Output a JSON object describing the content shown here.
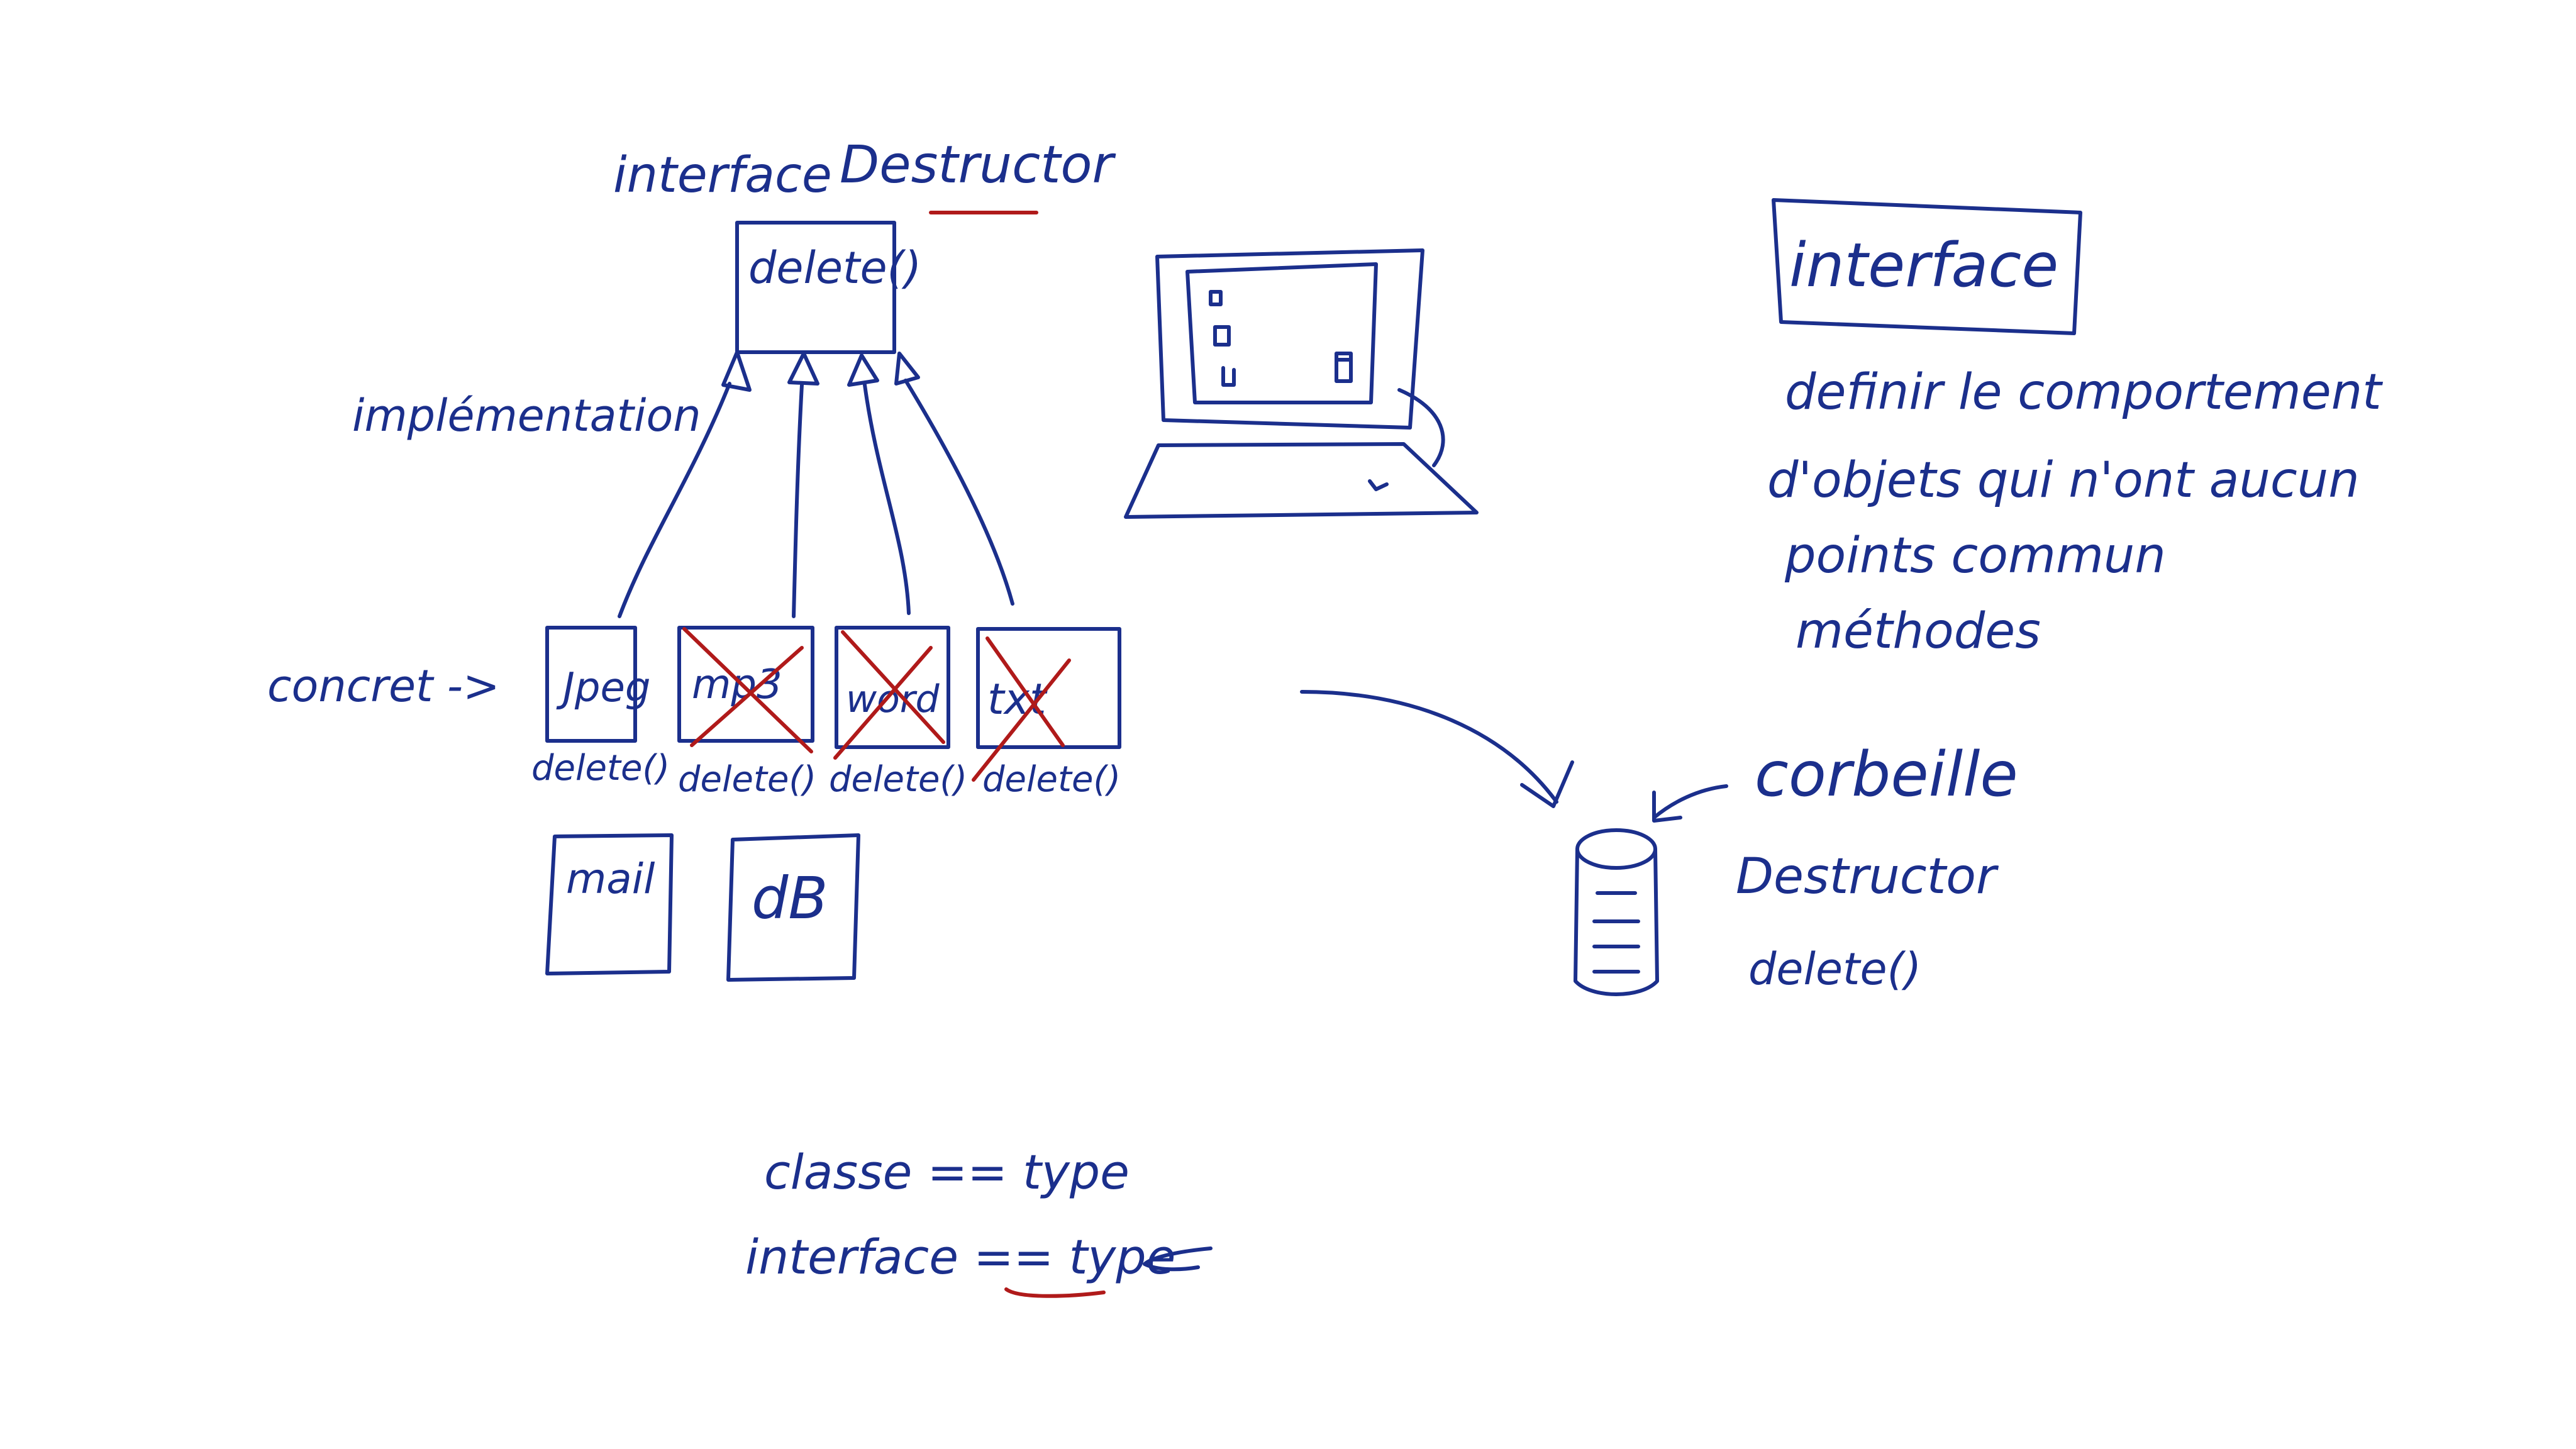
{
  "colors": {
    "ink": "#1b2f8c",
    "accent": "#b01a1a",
    "background": "#ffffff"
  },
  "interface_destructor": {
    "title_prefix": "interface",
    "title_name": "Destructor",
    "method": "delete()"
  },
  "implementation_label": "implémentation",
  "concret_label": "concret ->",
  "concrete_classes": [
    {
      "name": "Jpeg",
      "method": "delete()",
      "crossed": false
    },
    {
      "name": "mp3",
      "method": "delete()",
      "crossed": true
    },
    {
      "name": "word",
      "method": "delete()",
      "crossed": true
    },
    {
      "name": "txt",
      "method": "delete()",
      "crossed": true
    }
  ],
  "extra_classes": [
    {
      "name": "mail"
    },
    {
      "name": "dB"
    }
  ],
  "definition": {
    "heading": "interface",
    "lines": [
      "definir le comportement",
      "d'objets qui n'ont aucun",
      "points commun",
      "méthodes"
    ]
  },
  "trash": {
    "label": "corbeille",
    "type": "Destructor",
    "method": "delete()"
  },
  "equivalences": [
    {
      "text": "classe == type"
    },
    {
      "text": "interface == type"
    }
  ]
}
